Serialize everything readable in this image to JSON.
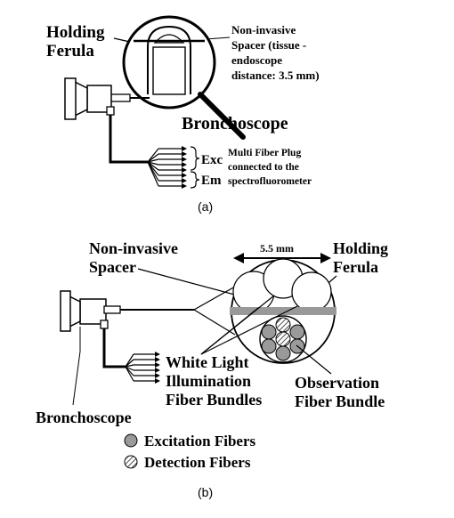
{
  "panel_a": {
    "holding_ferula": [
      "Holding",
      "Ferula"
    ],
    "spacer": [
      "Non-invasive",
      "Spacer (tissue -",
      "endoscope",
      "distance: 3.5 mm)"
    ],
    "bronchoscope": "Bronchoscope",
    "exc": "Exc",
    "em": "Em",
    "plug": [
      "Multi Fiber Plug",
      "connected to the",
      "spectrofluorometer"
    ],
    "caption": "(a)"
  },
  "panel_b": {
    "spacer": [
      "Non-invasive",
      "Spacer"
    ],
    "dimension": "5.5 mm",
    "holding_ferula": [
      "Holding",
      "Ferula"
    ],
    "white_light": [
      "White Light",
      "Illumination",
      "Fiber Bundles"
    ],
    "observation": [
      "Observation",
      "Fiber Bundle"
    ],
    "bronchoscope": "Bronchoscope",
    "legend_excitation": "Excitation Fibers",
    "legend_detection": "Detection Fibers",
    "caption": "(b)"
  }
}
